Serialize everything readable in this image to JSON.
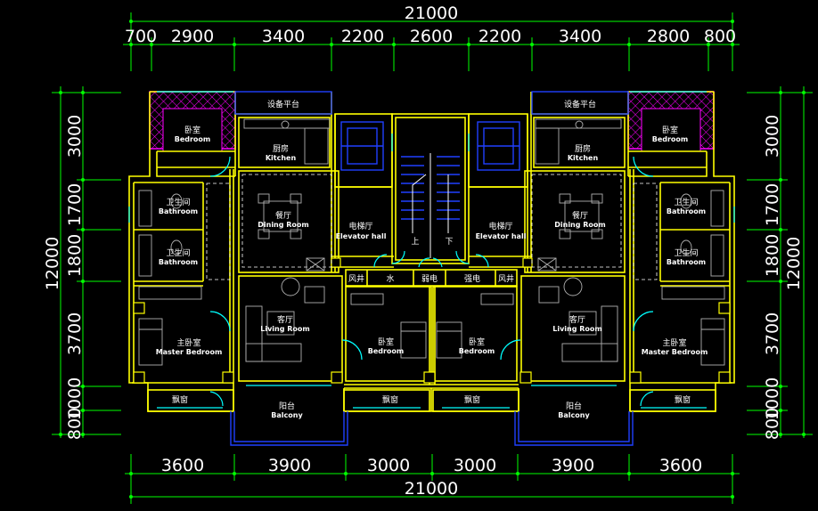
{
  "dimensions": {
    "top_total": "21000",
    "top_segments": [
      "700",
      "2900",
      "3400",
      "2200",
      "2600",
      "2200",
      "3400",
      "2800",
      "800"
    ],
    "bottom_segments": [
      "3600",
      "3900",
      "3000",
      "3000",
      "3900",
      "3600"
    ],
    "bottom_total": "21000",
    "left_segments": [
      "3000",
      "1700",
      "1800",
      "3700",
      "1000",
      "800"
    ],
    "left_total": "12000",
    "right_segments": [
      "3000",
      "1700",
      "1800",
      "3700",
      "1000",
      "800"
    ],
    "right_total": "12000"
  },
  "rooms": {
    "equip_platform_l": "设备平台",
    "equip_platform_r": "设备平台",
    "bedroom_top_l_zh": "卧室",
    "bedroom_top_l_en": "Bedroom",
    "bedroom_top_r_zh": "卧室",
    "bedroom_top_r_en": "Bedroom",
    "kitchen_l_zh": "厨房",
    "kitchen_l_en": "Kitchen",
    "kitchen_r_zh": "厨房",
    "kitchen_r_en": "Kitchen",
    "bath1_l_zh": "卫生间",
    "bath1_l_en": "Bathroom",
    "bath2_l_zh": "卫生间",
    "bath2_l_en": "Bathroom",
    "bath1_r_zh": "卫生间",
    "bath1_r_en": "Bathroom",
    "bath2_r_zh": "卫生间",
    "bath2_r_en": "Bathroom",
    "dining_l_zh": "餐厅",
    "dining_l_en": "Dining Room",
    "dining_r_zh": "餐厅",
    "dining_r_en": "Dining Room",
    "elevator_l_zh": "电梯厅",
    "elevator_l_en": "Elevator hall",
    "elevator_r_zh": "电梯厅",
    "elevator_r_en": "Elevator hall",
    "stair_up": "上",
    "stair_down": "下",
    "shaft_wind_l": "风井",
    "shaft_water": "水",
    "shaft_weak": "弱电",
    "shaft_strong": "强电",
    "shaft_wind_r": "风井",
    "living_l_zh": "客厅",
    "living_l_en": "Living Room",
    "living_r_zh": "客厅",
    "living_r_en": "Living Room",
    "master_l_zh": "主卧室",
    "master_l_en": "Master Bedroom",
    "master_r_zh": "主卧室",
    "master_r_en": "Master Bedroom",
    "bedroom_c1_zh": "卧室",
    "bedroom_c1_en": "Bedroom",
    "bedroom_c2_zh": "卧室",
    "bedroom_c2_en": "Bedroom",
    "bay_l1": "飘窗",
    "bay_l2": "飘窗",
    "bay_r1": "飘窗",
    "bay_r2": "飘窗",
    "balcony_l_zh": "阳台",
    "balcony_l_en": "Balcony",
    "balcony_r_zh": "阳台",
    "balcony_r_en": "Balcony"
  },
  "colors": {
    "dimension_line": "#00ff00",
    "wall": "#ffff00",
    "furniture": "#b0b0b0",
    "door_arc": "#00ffff",
    "glazing": "#00ffff",
    "elevator": "#2040ff",
    "hatch": "#ff00ff",
    "text": "#ffffff"
  }
}
